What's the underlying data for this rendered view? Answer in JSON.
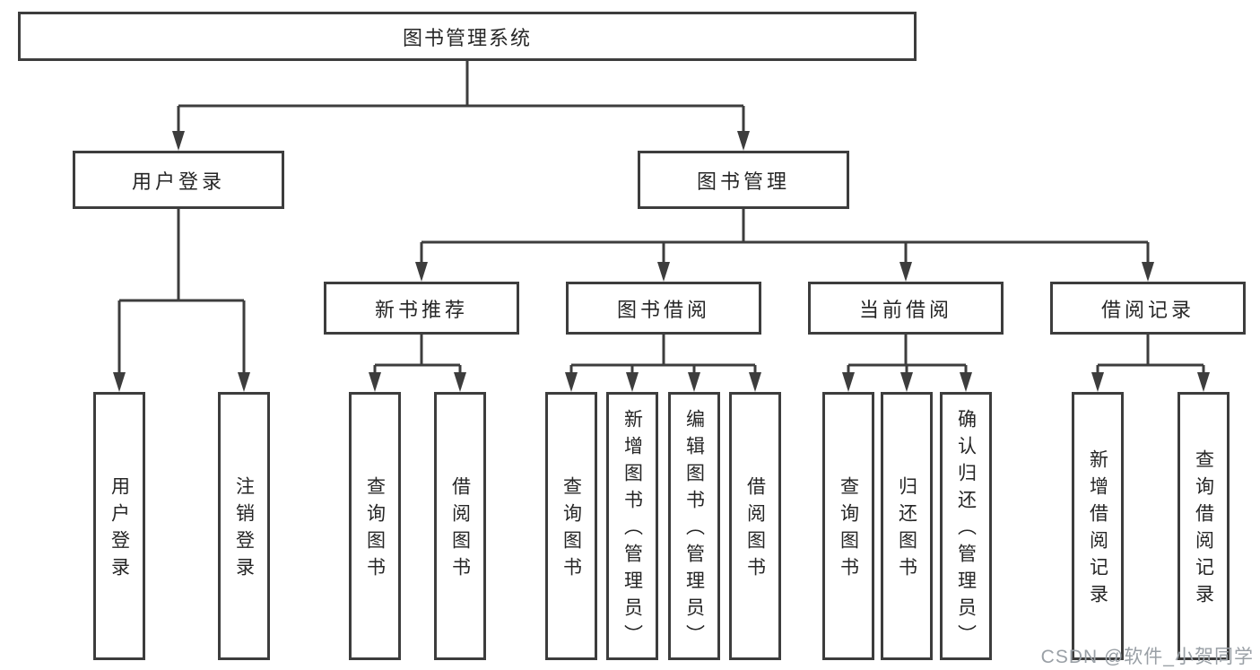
{
  "tree": {
    "label": "图书管理系统",
    "children": [
      {
        "label": "用户登录",
        "children": [
          {
            "label": "用户登录"
          },
          {
            "label": "注销登录"
          }
        ]
      },
      {
        "label": "图书管理",
        "children": [
          {
            "label": "新书推荐",
            "children": [
              {
                "label": "查询图书"
              },
              {
                "label": "借阅图书"
              }
            ]
          },
          {
            "label": "图书借阅",
            "children": [
              {
                "label": "查询图书"
              },
              {
                "label": "新增图书（管理员）"
              },
              {
                "label": "编辑图书（管理员）"
              },
              {
                "label": "借阅图书"
              }
            ]
          },
          {
            "label": "当前借阅",
            "children": [
              {
                "label": "查询图书"
              },
              {
                "label": "归还图书"
              },
              {
                "label": "确认归还（管理员）"
              }
            ]
          },
          {
            "label": "借阅记录",
            "children": [
              {
                "label": "新增借阅记录"
              },
              {
                "label": "查询借阅记录"
              }
            ]
          }
        ]
      }
    ]
  },
  "watermark": "CSDN @软件_小贺同学",
  "colors": {
    "line": "#3d3d3d",
    "box_border": "#3d3d3d",
    "box_fill": "#ffffff",
    "text": "#262626",
    "watermark": "#9aa0a6",
    "background": "#ffffff"
  }
}
